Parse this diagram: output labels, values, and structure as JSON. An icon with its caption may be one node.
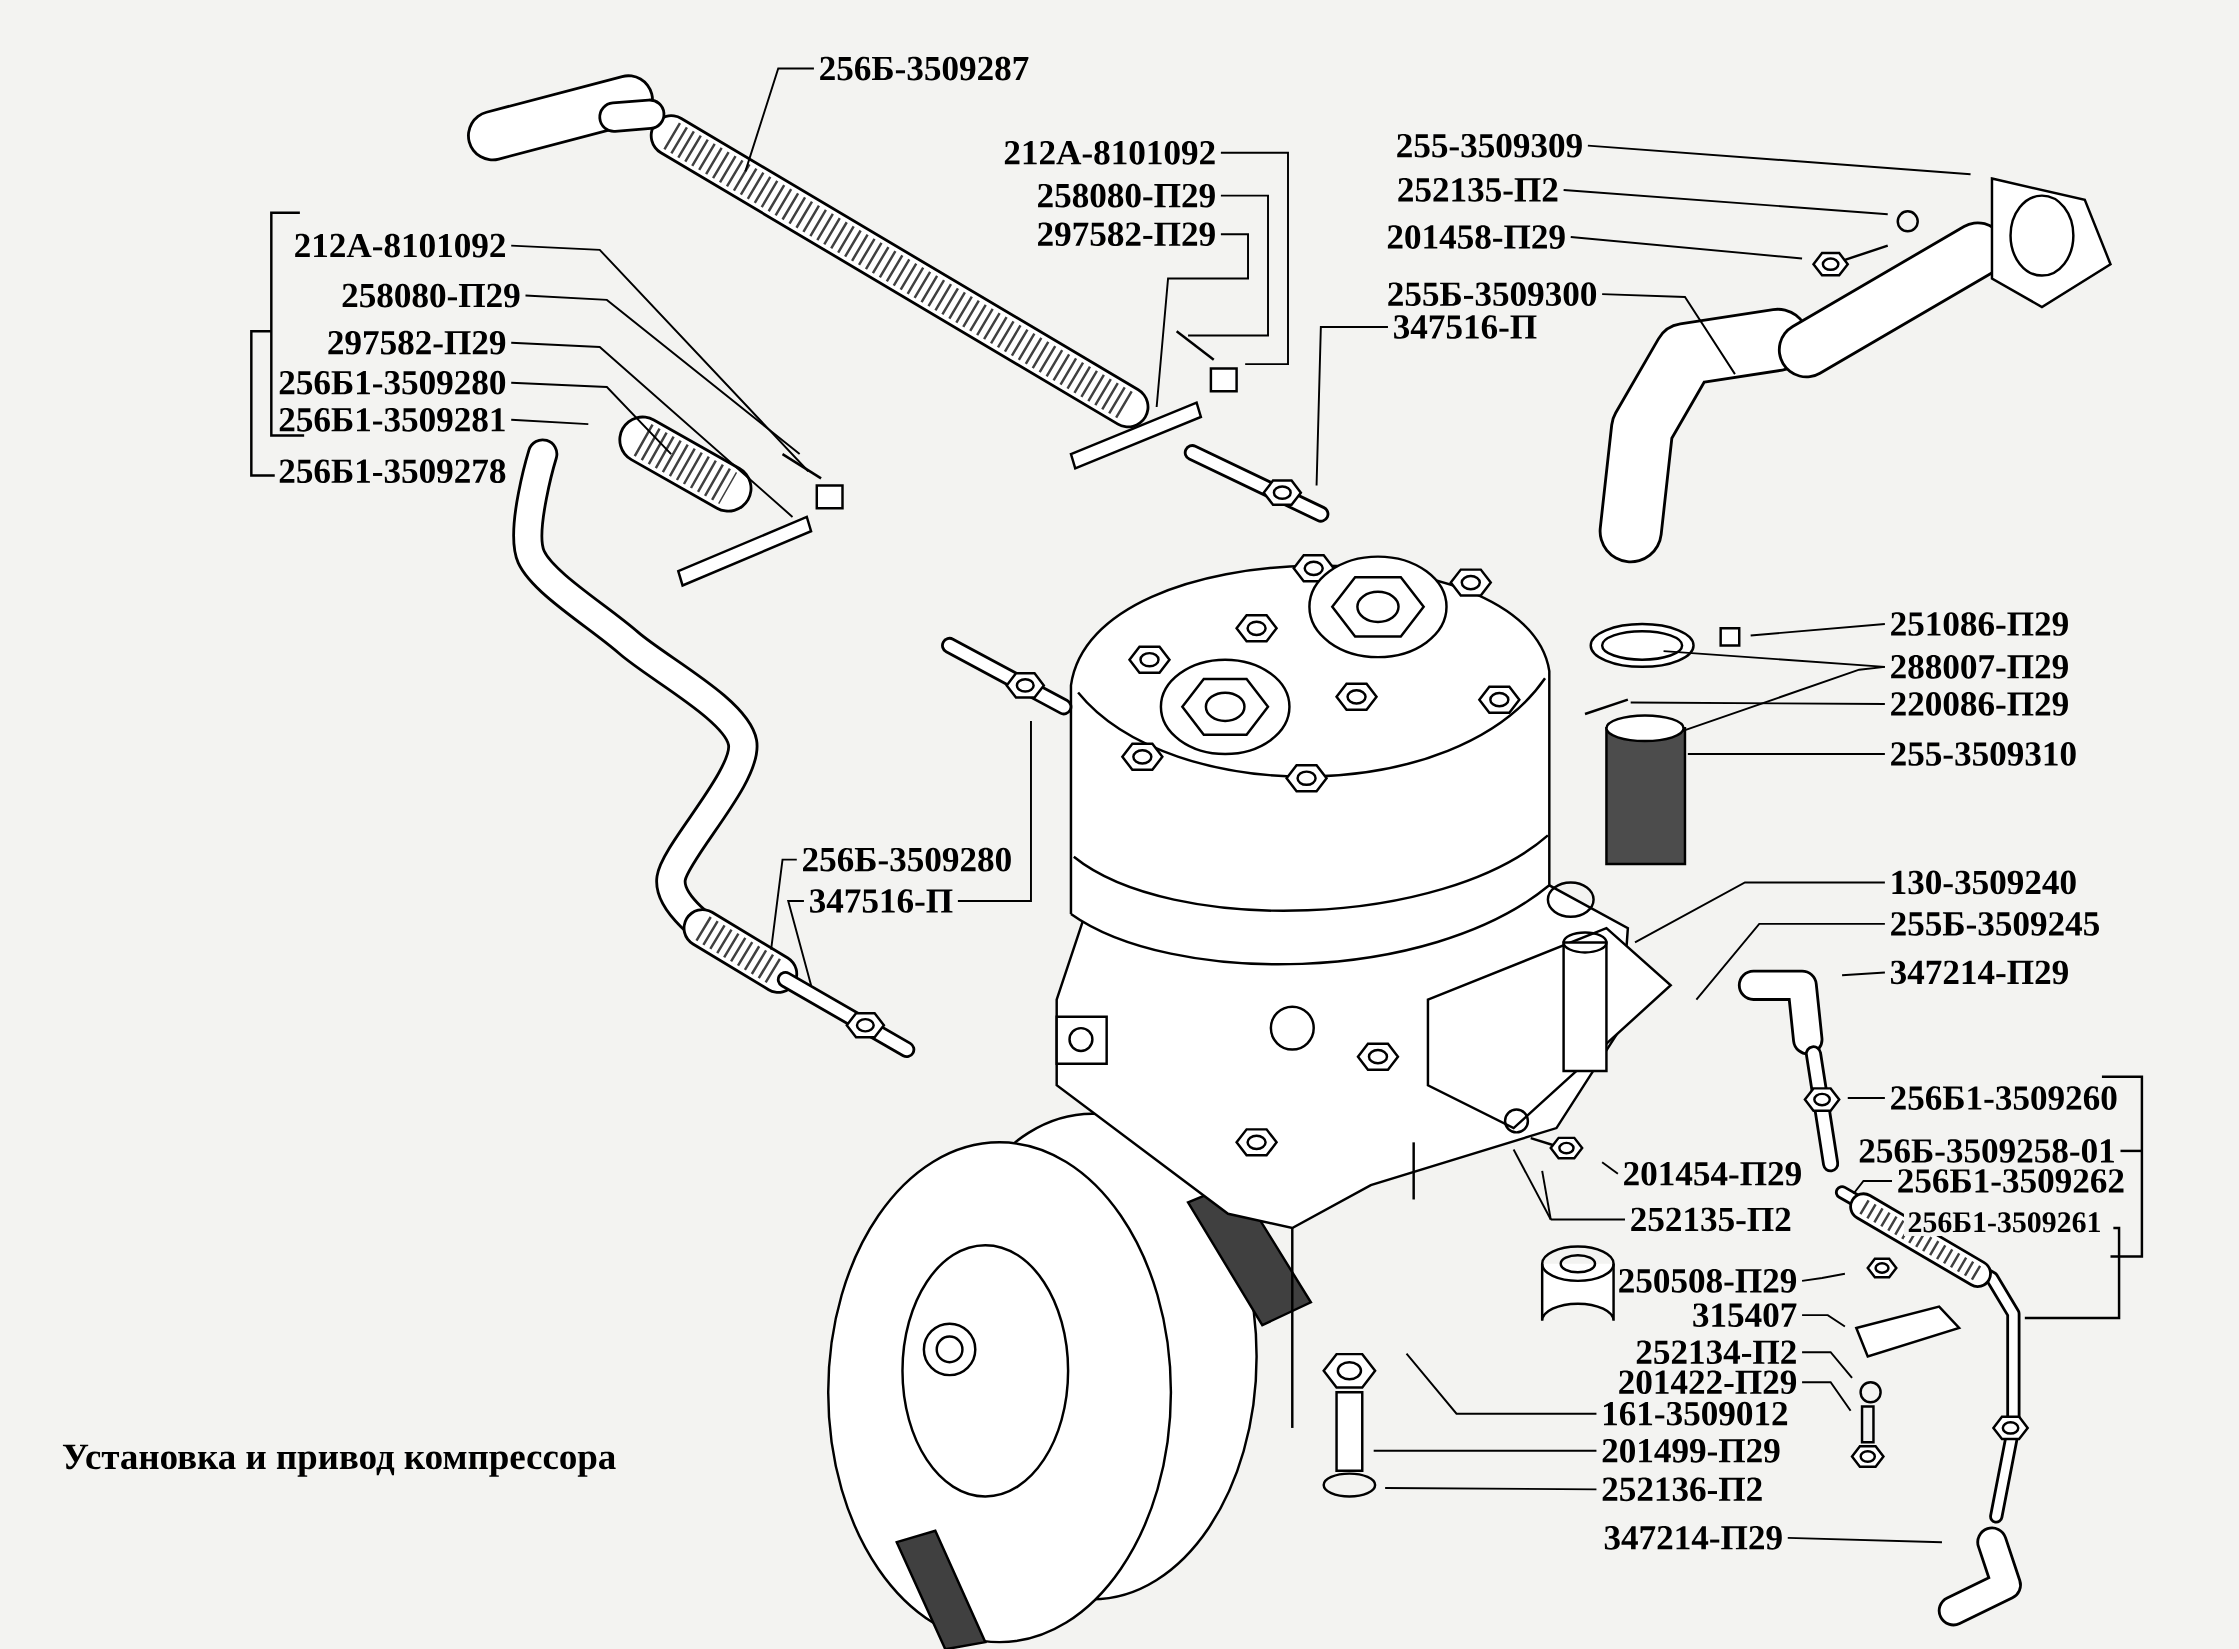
{
  "diagram": {
    "caption": "Установка и привод компрессора",
    "nodes": [
      {
        "text": [
          "256Б-3509287"
        ]
      },
      {
        "text": [
          "212А-8101092"
        ]
      },
      {
        "text": [
          "258080-П29"
        ]
      },
      {
        "text": [
          "297582-П29"
        ]
      },
      {
        "text": [
          "256Б1-3509280"
        ]
      },
      {
        "text": [
          "256Б1-3509281"
        ]
      },
      {
        "text": [
          "212А-8101092"
        ]
      },
      {
        "text": [
          "258080-П29"
        ]
      },
      {
        "text": [
          "297582-П29"
        ]
      },
      {
        "text": [
          "347516-П"
        ]
      },
      {
        "text": [
          "255-3509309"
        ]
      },
      {
        "text": [
          "252135-П2"
        ]
      },
      {
        "text": [
          "201458-П29"
        ]
      },
      {
        "text": [
          "255Б-3509300"
        ]
      },
      {
        "text": [
          "251086-П29"
        ]
      },
      {
        "text": [
          "288007-П29"
        ]
      },
      {
        "text": [
          "220086-П29"
        ]
      },
      {
        "text": [
          "255-3509310"
        ]
      },
      {
        "text": [
          "130-3509240"
        ]
      },
      {
        "text": [
          "255Б-3509245"
        ]
      },
      {
        "text": [
          "347214-П29"
        ]
      },
      {
        "text": [
          "256Б1-3509260"
        ]
      },
      {
        "text": [
          "256Б1-3509262"
        ]
      },
      {
        "text": [
          "201454-П29"
        ]
      },
      {
        "text": [
          "252135-П2"
        ]
      },
      {
        "text": [
          "250508-П29"
        ]
      },
      {
        "text": [
          "315407"
        ]
      },
      {
        "text": [
          "252134-П2"
        ]
      },
      {
        "text": [
          "201422-П29"
        ]
      },
      {
        "text": [
          "161-3509012"
        ]
      },
      {
        "text": [
          "201499-П29"
        ]
      },
      {
        "text": [
          "252136-П2"
        ]
      },
      {
        "text": [
          "347214-П29"
        ]
      },
      {
        "text": [
          "256Б-3509280"
        ]
      },
      {
        "text": [
          "347516-П"
        ]
      }
    ],
    "edges": [
      {
        "from": 0,
        "to": null,
        "arrow": "none"
      },
      {
        "from": 1,
        "to": null,
        "arrow": "none"
      },
      {
        "from": 2,
        "to": null,
        "arrow": "none"
      },
      {
        "from": 3,
        "to": null,
        "arrow": "none"
      },
      {
        "from": 4,
        "to": null,
        "arrow": "none"
      },
      {
        "from": 5,
        "to": null,
        "arrow": "none"
      },
      {
        "from": 6,
        "to": null,
        "arrow": "none"
      },
      {
        "from": 7,
        "to": null,
        "arrow": "none"
      },
      {
        "from": 8,
        "to": null,
        "arrow": "none"
      },
      {
        "from": 9,
        "to": null,
        "arrow": "none"
      },
      {
        "from": 10,
        "to": null,
        "arrow": "none"
      },
      {
        "from": 11,
        "to": null,
        "arrow": "none"
      },
      {
        "from": 12,
        "to": null,
        "arrow": "none"
      },
      {
        "from": 13,
        "to": null,
        "arrow": "none"
      },
      {
        "from": 14,
        "to": null,
        "arrow": "none"
      },
      {
        "from": 15,
        "to": null,
        "arrow": "none"
      },
      {
        "from": 15,
        "to": null,
        "arrow": "none"
      },
      {
        "from": 16,
        "to": null,
        "arrow": "none"
      },
      {
        "from": 17,
        "to": null,
        "arrow": "none"
      },
      {
        "from": 18,
        "to": null,
        "arrow": "none"
      },
      {
        "from": 19,
        "to": null,
        "arrow": "none"
      },
      {
        "from": 20,
        "to": null,
        "arrow": "none"
      },
      {
        "from": 21,
        "to": null,
        "arrow": "none"
      },
      {
        "from": 22,
        "to": null,
        "arrow": "none"
      },
      {
        "from": 23,
        "to": null,
        "arrow": "none"
      },
      {
        "from": 24,
        "to": null,
        "arrow": "none"
      },
      {
        "from": 24,
        "to": null,
        "arrow": "none"
      },
      {
        "from": 25,
        "to": null,
        "arrow": "none"
      },
      {
        "from": 26,
        "to": null,
        "arrow": "none"
      },
      {
        "from": 27,
        "to": null,
        "arrow": "none"
      },
      {
        "from": 28,
        "to": null,
        "arrow": "none"
      },
      {
        "from": 29,
        "to": null,
        "arrow": "none"
      },
      {
        "from": 30,
        "to": null,
        "arrow": "none"
      },
      {
        "from": 31,
        "to": null,
        "arrow": "none"
      },
      {
        "from": 32,
        "to": null,
        "arrow": "none"
      },
      {
        "from": 33,
        "to": null,
        "arrow": "none"
      },
      {
        "from": 34,
        "to": null,
        "arrow": "none"
      },
      {
        "from": 34,
        "to": null,
        "arrow": "none"
      }
    ],
    "labels": [
      "256Б1-3509278",
      "256Б-3509258-01",
      "256Б1-3509261"
    ]
  }
}
